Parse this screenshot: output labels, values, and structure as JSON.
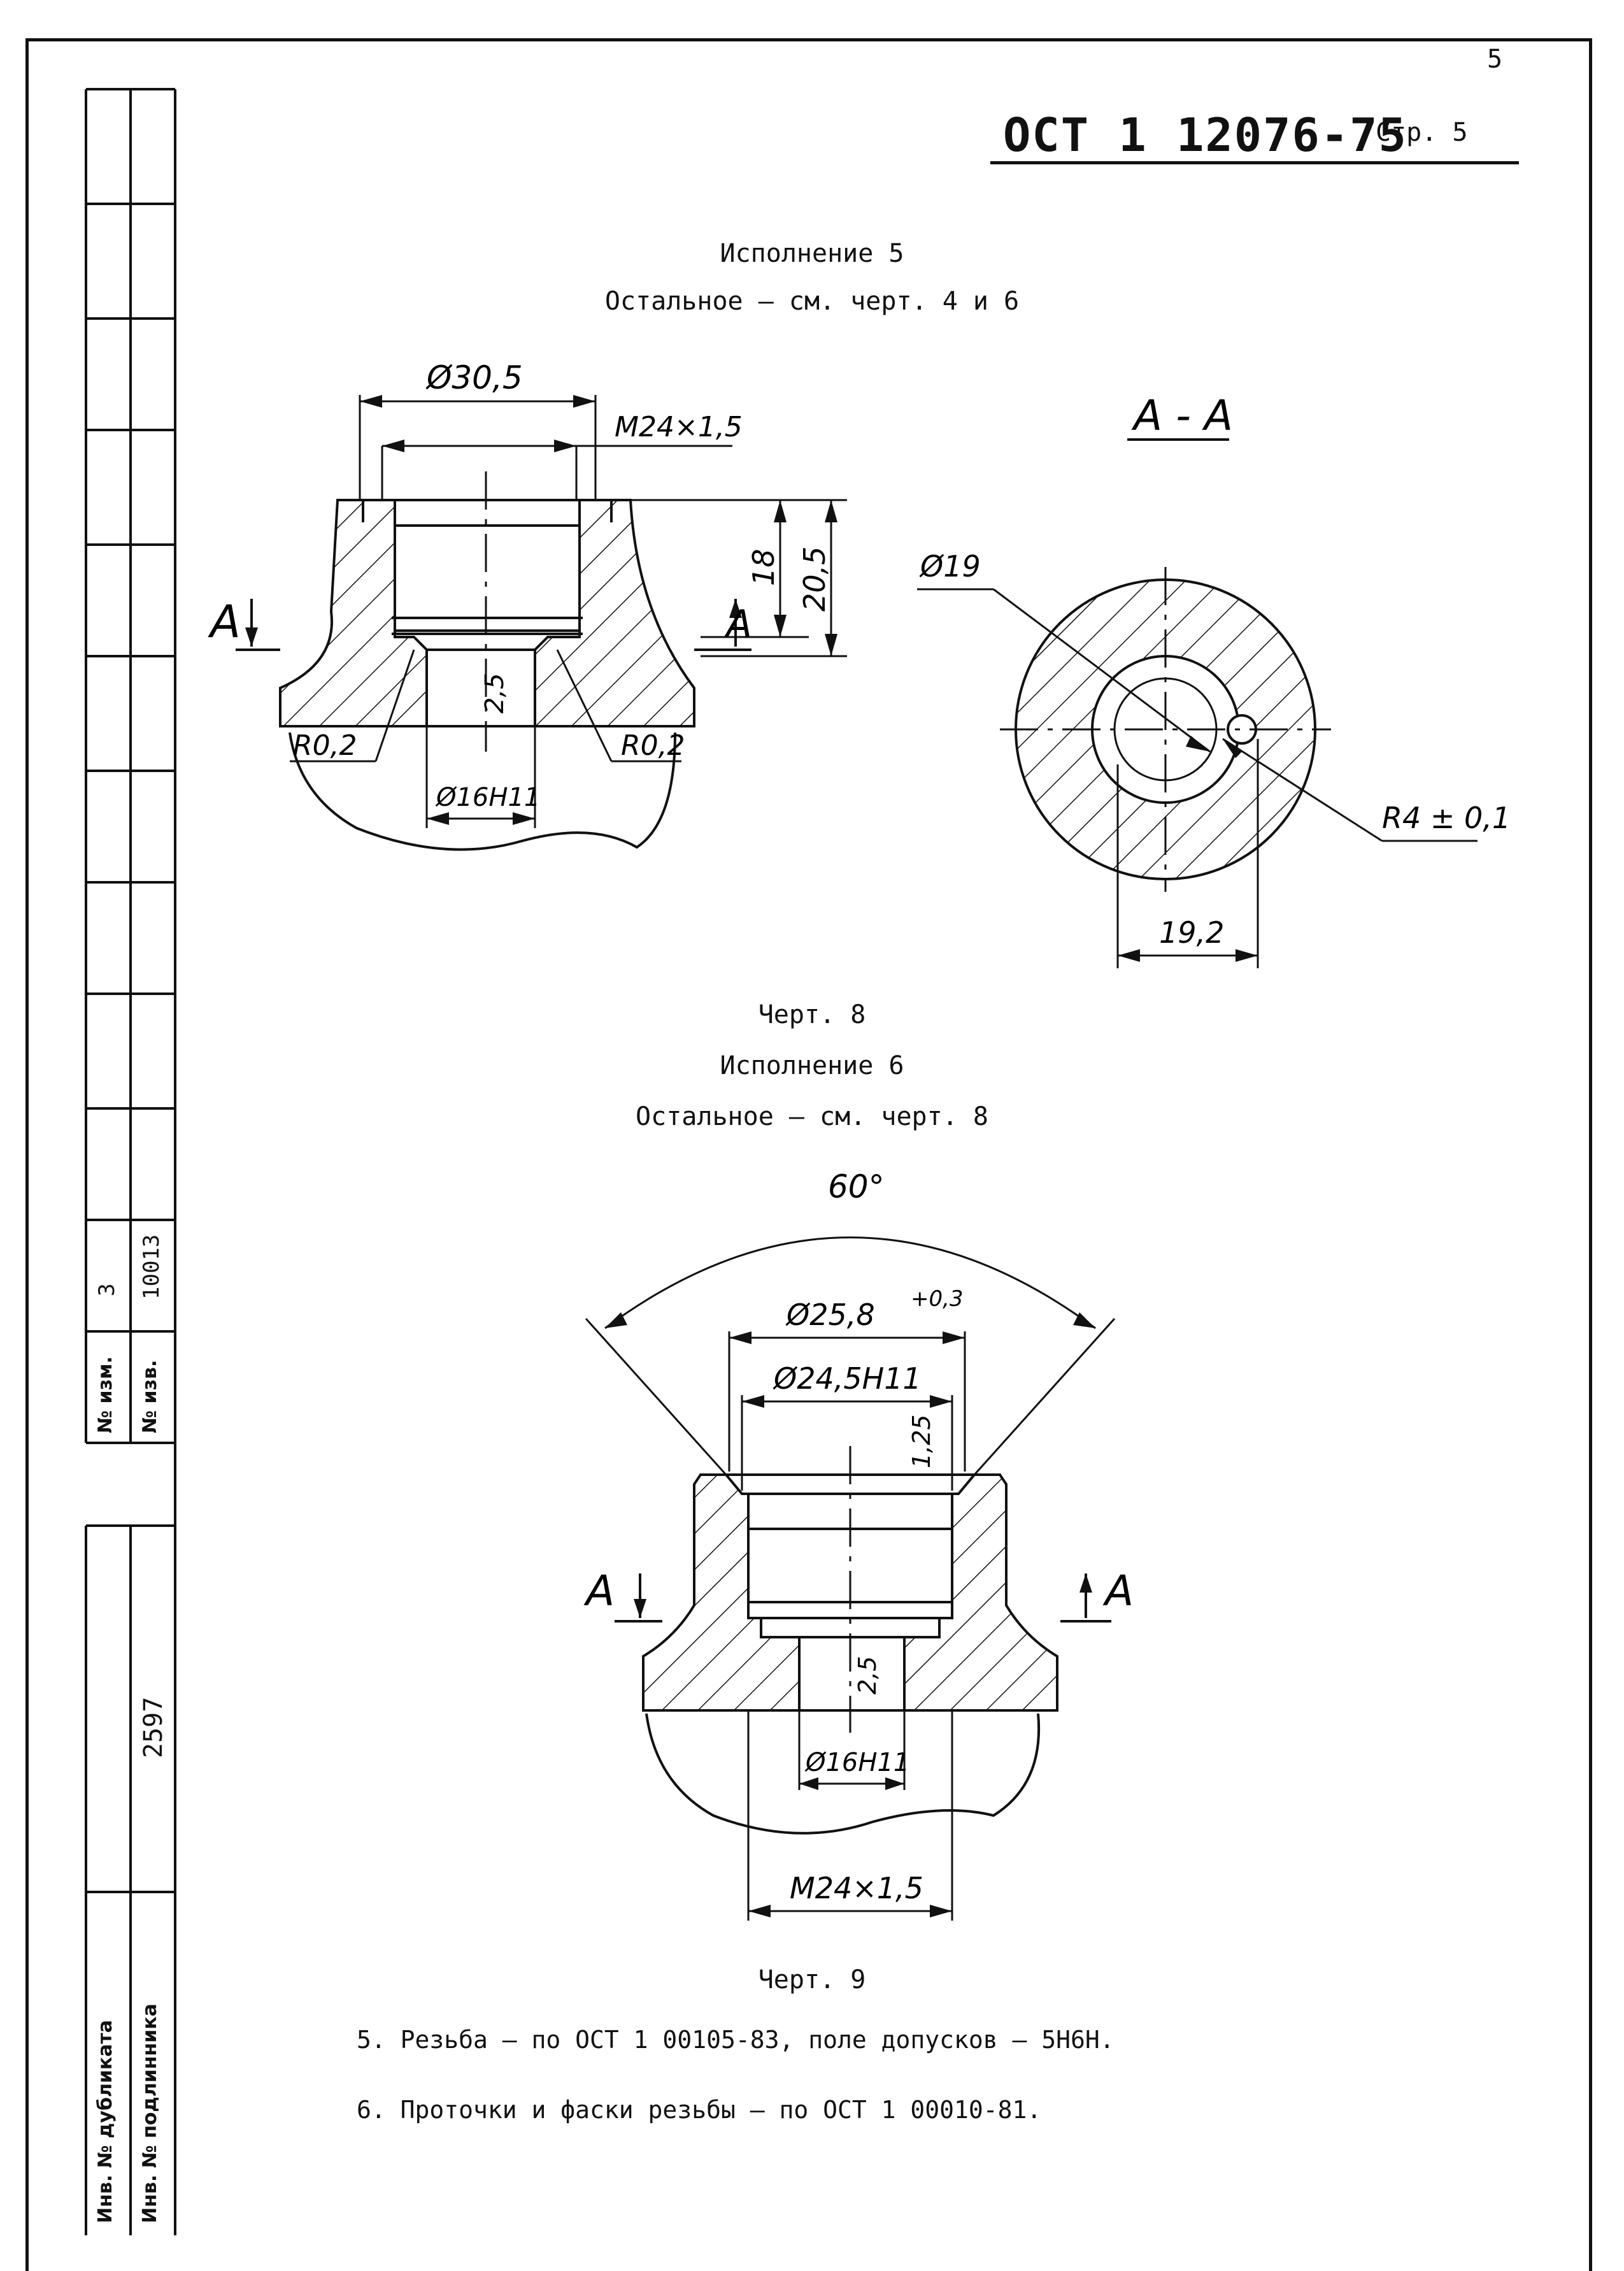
{
  "page_number": "5",
  "header": {
    "standard": "ОСТ 1 12076-75",
    "page_label": "Стр. 5"
  },
  "fig8": {
    "variant": "Исполнение 5",
    "rest": "Остальное – см. черт. 4 и 6",
    "caption": "Черт. 8",
    "dims": {
      "d_outer": "Ø30,5",
      "thread": "M24×1,5",
      "depth1": "18",
      "depth2": "20,5",
      "finish": "2,5",
      "r_left": "R0,2",
      "r_right": "R0,2",
      "d_bore": "Ø16H11",
      "cut_mark": "A"
    },
    "section": {
      "title": "А - А",
      "d": "Ø19",
      "radius": "R4 ± 0,1",
      "width": "19,2"
    }
  },
  "fig9": {
    "variant": "Исполнение 6",
    "rest": "Остальное – см. черт. 8",
    "caption": "Черт. 9",
    "dims": {
      "angle": "60°",
      "d_chamfer": "Ø25,8",
      "d_chamfer_tol": "+0,3",
      "d_recess": "Ø24,5H11",
      "finish1": "1,25",
      "finish2": "2,5",
      "d_bore": "Ø16H11",
      "thread": "M24×1,5",
      "cut_mark": "A"
    }
  },
  "notes": [
    "5. Резьба – по ОСТ 1 00105-83, поле допусков – 5Н6Н.",
    "6. Проточки и фаски резьбы – по ОСТ 1 00010-81."
  ],
  "side_stamp": {
    "izm_label": "№ изм.",
    "izm_value": "3",
    "izv_label": "№ изв.",
    "izv_value": "10013",
    "dubl_label": "Инв. № дубликата",
    "podl_label": "Инв. № подлинника",
    "podl_value": "2597"
  }
}
